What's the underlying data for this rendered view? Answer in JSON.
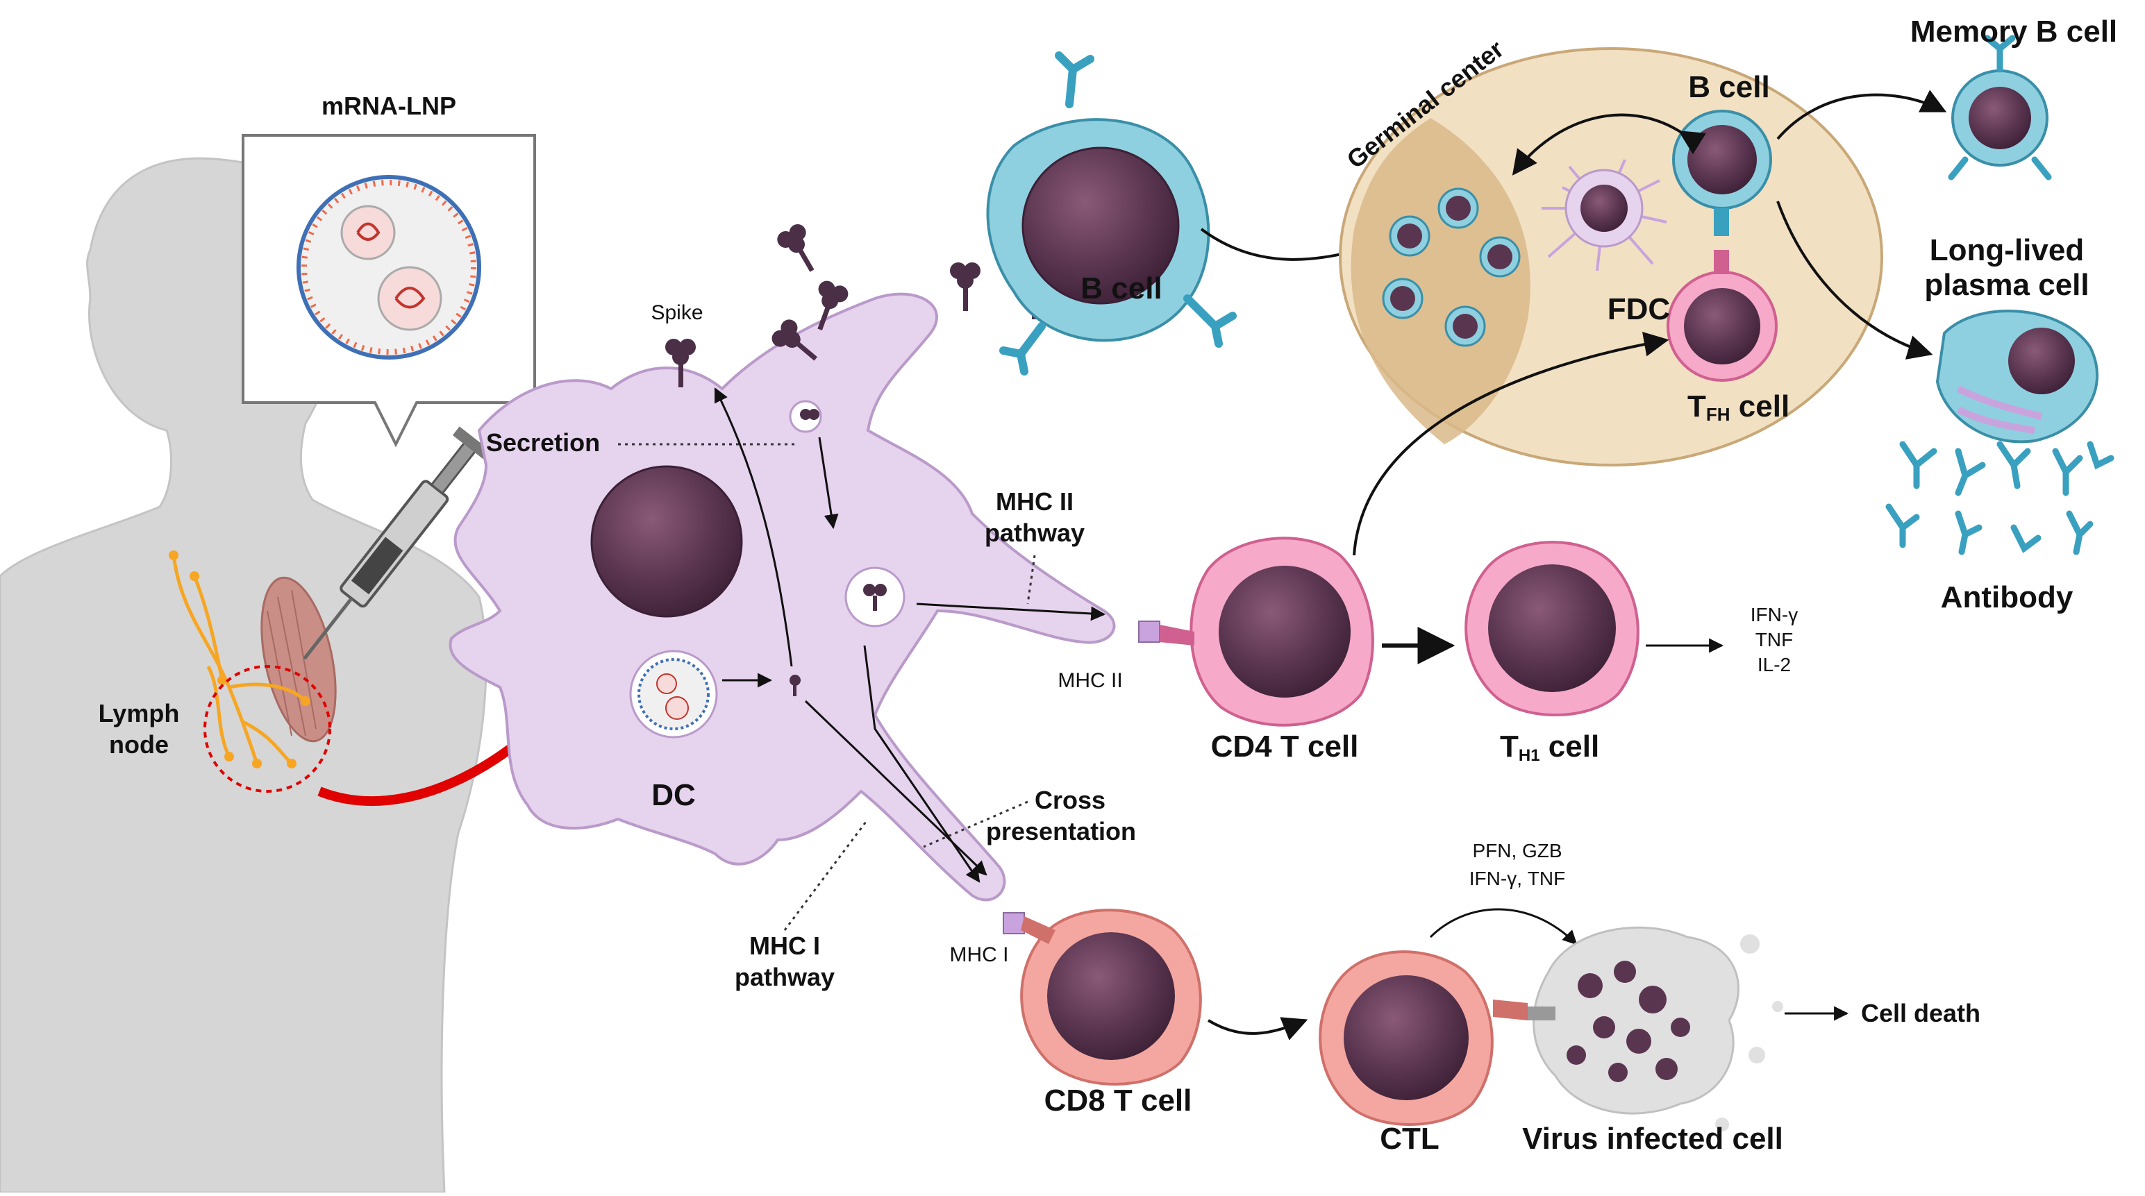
{
  "labels": {
    "mrna_lnp": "mRNA-LNP",
    "lymph_node_1": "Lymph",
    "lymph_node_2": "node",
    "spike": "Spike",
    "secretion": "Secretion",
    "dc": "DC",
    "mhc2_pathway_1": "MHC II",
    "mhc2_pathway_2": "pathway",
    "mhc2": "MHC II",
    "cross_1": "Cross",
    "cross_2": "presentation",
    "mhc1_pathway_1": "MHC I",
    "mhc1_pathway_2": "pathway",
    "mhc1": "MHC I",
    "b_cell_naive": "B cell",
    "germinal_center": "Germinal center",
    "gc_b_cell": "B cell",
    "fdc": "FDC",
    "tfh_main": "T",
    "tfh_sub": "FH",
    "tfh_rest": " cell",
    "memory_b": "Memory B cell",
    "plasma_1": "Long-lived",
    "plasma_2": "plasma cell",
    "antibody": "Antibody",
    "cd4": "CD4 T cell",
    "th1_main": "T",
    "th1_sub": "H1",
    "th1_rest": " cell",
    "th1_cytokines": [
      "IFN-γ",
      "TNF",
      "IL-2"
    ],
    "ctl_factors_1": "PFN, GZB",
    "ctl_factors_2": "IFN-γ, TNF",
    "cd8": "CD8 T cell",
    "ctl": "CTL",
    "virus_cell": "Virus infected cell",
    "cell_death": "Cell death"
  },
  "colors": {
    "dc_fill": "#e6d3ee",
    "dc_stroke": "#b99ac9",
    "nucleus": "#5a3550",
    "b_cell": "#8fd0e0",
    "t_cell": "#f6a9c8",
    "cd8_cell": "#f4a7a0",
    "germinal_center": "#f2e0c3",
    "silhouette": "#d6d6d6",
    "red_arrow": "#e00000",
    "lymph": "#f6a623",
    "antibody": "#3aa0c0"
  }
}
